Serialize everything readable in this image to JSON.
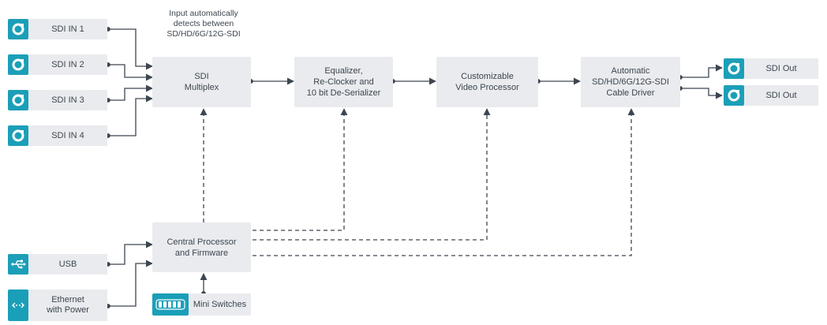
{
  "inputs": [
    {
      "label": "SDI IN 1",
      "icon": "sdi-connector-icon"
    },
    {
      "label": "SDI IN 2",
      "icon": "sdi-connector-icon"
    },
    {
      "label": "SDI IN 3",
      "icon": "sdi-connector-icon"
    },
    {
      "label": "SDI IN 4",
      "icon": "sdi-connector-icon"
    }
  ],
  "note": "Input automatically\ndetects between\nSD/HD/6G/12G-SDI",
  "blocks": {
    "multiplex": "SDI\nMultiplex",
    "equalizer": "Equalizer,\nRe-Clocker and\n10 bit De-Serializer",
    "processor": "Customizable\nVideo Processor",
    "driver": "Automatic\nSD/HD/6G/12G-SDI\nCable Driver",
    "cpu": "Central Processor\nand Firmware"
  },
  "outputs": [
    {
      "label": "SDI Out",
      "icon": "sdi-connector-icon"
    },
    {
      "label": "SDI Out",
      "icon": "sdi-connector-icon"
    }
  ],
  "control": {
    "usb": {
      "label": "USB",
      "icon": "usb-icon"
    },
    "ethernet": {
      "label": "Ethernet\nwith Power",
      "icon": "ethernet-icon"
    },
    "switches": {
      "label": "Mini Switches",
      "icon": "mini-switches-icon"
    }
  },
  "colors": {
    "accent": "#1b9fb8",
    "box": "#e9ebee",
    "line": "#3d4650",
    "text": "#3d4650"
  }
}
